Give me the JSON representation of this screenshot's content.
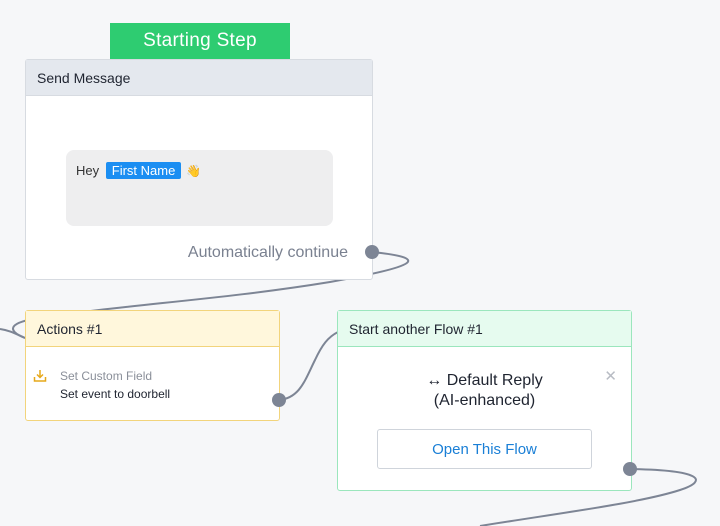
{
  "start_label": "Starting Step",
  "send_message": {
    "header": "Send Message",
    "greeting": "Hey",
    "field_tag": "First Name",
    "emoji_icon": "waving-hand-icon",
    "auto_continue": "Automatically continue"
  },
  "actions": {
    "header": "Actions #1",
    "item_icon": "download-icon",
    "item_type": "Set Custom Field",
    "item_detail": "Set event to doorbell"
  },
  "start_flow": {
    "header": "Start another Flow #1",
    "flow_name_line1": "↔ Default Reply",
    "flow_name_line2": "(AI-enhanced)",
    "close_icon": "close-icon",
    "open_button": "Open This Flow"
  },
  "colors": {
    "start_badge": "#2ecc71",
    "send_header": "#e4e8ee",
    "actions_header": "#fff7dc",
    "actions_border": "#f2d47c",
    "flow_header": "#e6fbef",
    "flow_border": "#9be6bd",
    "field_tag": "#1b8ef2",
    "connector": "#7d8595",
    "link_blue": "#1a7fd6"
  }
}
